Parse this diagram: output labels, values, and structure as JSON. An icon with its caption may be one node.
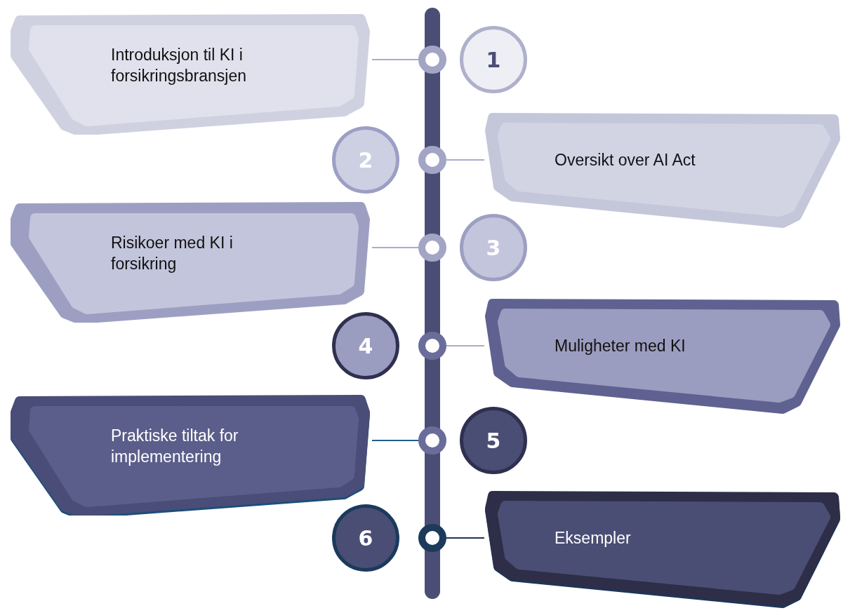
{
  "diagram": {
    "nodes": [
      {
        "text": [
          "Introduksjon til KI i forsikringsbransjen"
        ]
      },
      {
        "text": [],
        "shape": "circle"
      },
      {
        "text": [
          "1"
        ]
      },
      {
        "text": [
          "2"
        ]
      },
      {
        "text": [],
        "shape": "circle"
      },
      {
        "text": [
          "Oversikt over AI Act"
        ]
      },
      {
        "text": [
          "Risikoer med KI i forsikring"
        ]
      },
      {
        "text": [],
        "shape": "circle"
      },
      {
        "text": [
          "3"
        ]
      },
      {
        "text": [
          "4"
        ]
      },
      {
        "text": [],
        "shape": "circle"
      },
      {
        "text": [
          "Muligheter med KI"
        ]
      },
      {
        "text": [
          "Praktiske tiltak for implementering"
        ]
      },
      {
        "text": [],
        "shape": "circle"
      },
      {
        "text": [
          "5"
        ]
      },
      {
        "text": [
          "6"
        ]
      },
      {
        "text": [],
        "shape": "circle"
      },
      {
        "text": [
          "Eksempler"
        ]
      }
    ],
    "edges": [
      {
        "from": 1,
        "to": 0,
        "arrow": "none"
      },
      {
        "from": 4,
        "to": 5,
        "arrow": "none"
      },
      {
        "from": 7,
        "to": 6,
        "arrow": "none"
      },
      {
        "from": 10,
        "to": 11,
        "arrow": "none"
      },
      {
        "from": 13,
        "to": 12,
        "arrow": "none",
        "color": "#1f5f8f"
      },
      {
        "from": 16,
        "to": 17,
        "arrow": "none",
        "color": "#1d3557"
      }
    ]
  }
}
